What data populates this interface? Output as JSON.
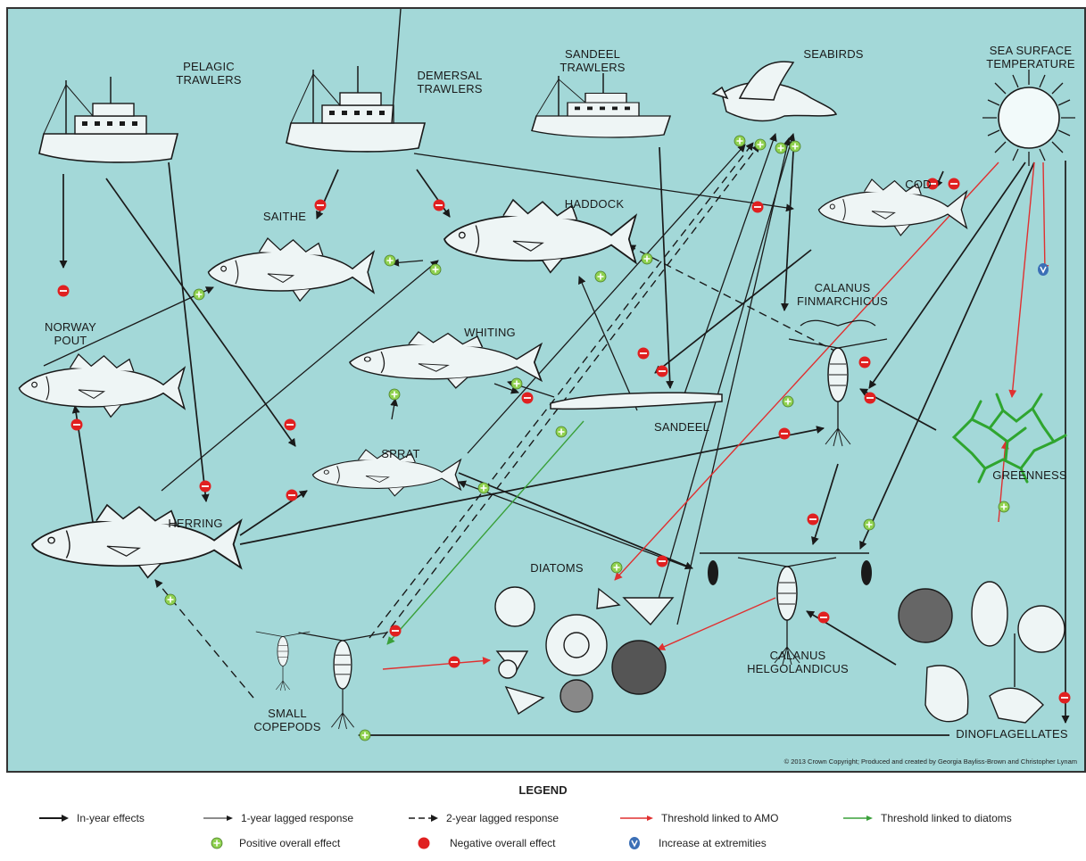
{
  "nodes": {
    "pelagic_trawlers": "PELAGIC\nTRAWLERS",
    "demersal_trawlers": "DEMERSAL\nTRAWLERS",
    "sandeel_trawlers": "SANDEEL\nTRAWLERS",
    "seabirds": "SEABIRDS",
    "sea_surface_temperature": "SEA SURFACE\nTEMPERATURE",
    "cod": "COD",
    "saithe": "SAITHE",
    "haddock": "HADDOCK",
    "norway_pout": "NORWAY\nPOUT",
    "calanus_finmarchicus": "CALANUS\nFINMARCHICUS",
    "whiting": "WHITING",
    "sandeel": "SANDEEL",
    "sprat": "SPRAT",
    "greenness": "GREENNESS",
    "herring": "HERRING",
    "diatoms": "DIATOMS",
    "calanus_helgolandicus": "CALANUS\nHELGOLANDICUS",
    "small_copepods": "SMALL\nCOPEPODS",
    "dinoflagellates": "DINOFLAGELLATES"
  },
  "copyright": "© 2013 Crown Copyright; Produced and created by Georgia Bayliss-Brown and Christopher Lynam",
  "legend": {
    "title": "LEGEND",
    "in_year": "In-year effects",
    "lag1": "1-year lagged response",
    "lag2": "2-year lagged response",
    "amo": "Threshold linked to AMO",
    "diatoms": "Threshold linked to diatoms",
    "positive": "Positive overall effect",
    "negative": "Negative overall effect",
    "extremities": "Increase at extremities"
  },
  "colors": {
    "background": "#a3d8d8",
    "in_year": "#1a1a1a",
    "amo": "#e03030",
    "diatoms_threshold": "#3aa03a",
    "positive_marker": "#8fd14f",
    "negative_marker": "#e02020",
    "extremities_marker": "#3b6fb6",
    "greenness": "#2fa52f"
  },
  "icons": [
    "sun-icon",
    "trawler-icon",
    "seabird-icon",
    "fish-icon",
    "copepod-icon",
    "diatom-icon",
    "dinoflagellate-icon",
    "greenness-icon"
  ]
}
